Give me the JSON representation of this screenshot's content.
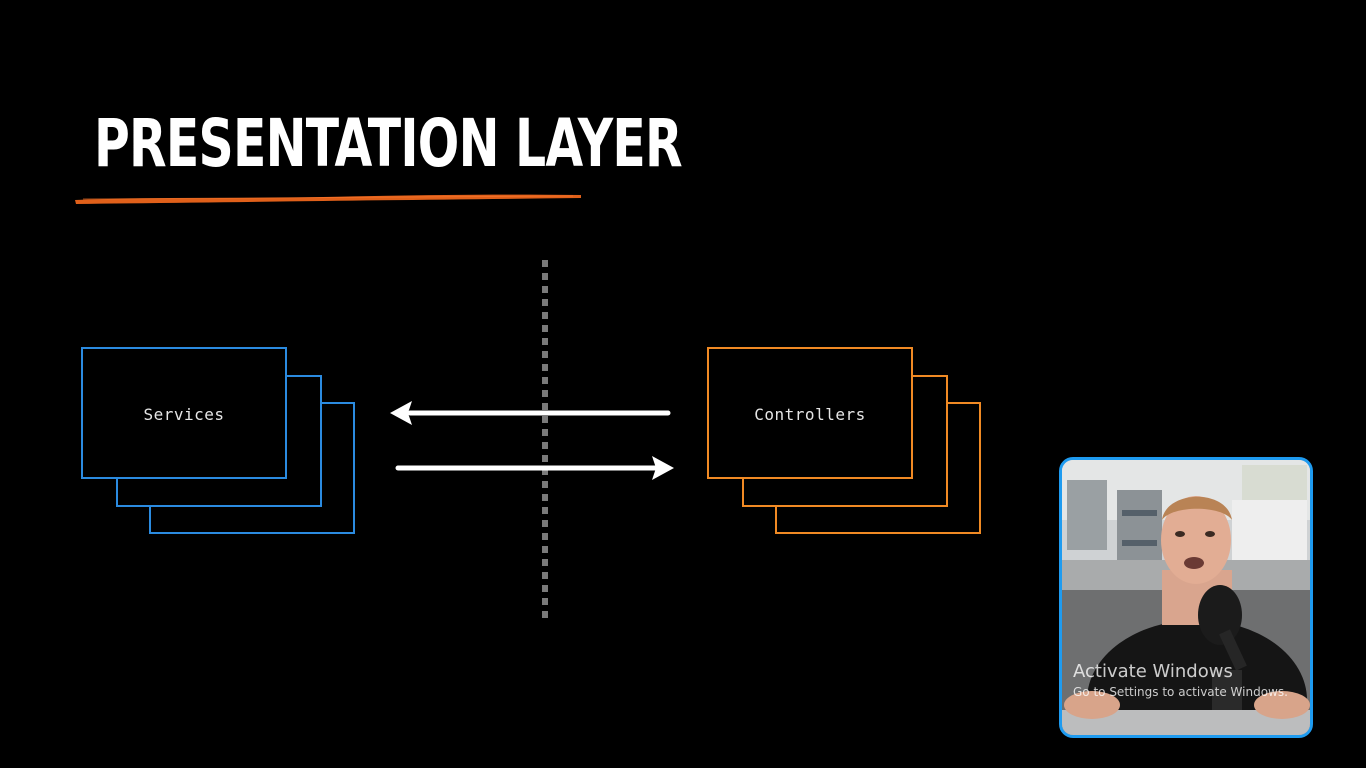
{
  "slide": {
    "title": "PRESENTATION LAYER"
  },
  "diagram": {
    "left_stack": {
      "label": "Services",
      "color": "#2b8be0"
    },
    "right_stack": {
      "label": "Controllers",
      "color": "#f08a24"
    },
    "arrows": [
      {
        "direction": "right-to-left"
      },
      {
        "direction": "left-to-right"
      }
    ],
    "underline_color": "#e0601a",
    "divider_color": "#7a7a7a"
  },
  "webcam": {
    "border_color": "#1e9bf0"
  },
  "watermark": {
    "title": "Activate Windows",
    "subtitle": "Go to Settings to activate Windows."
  }
}
